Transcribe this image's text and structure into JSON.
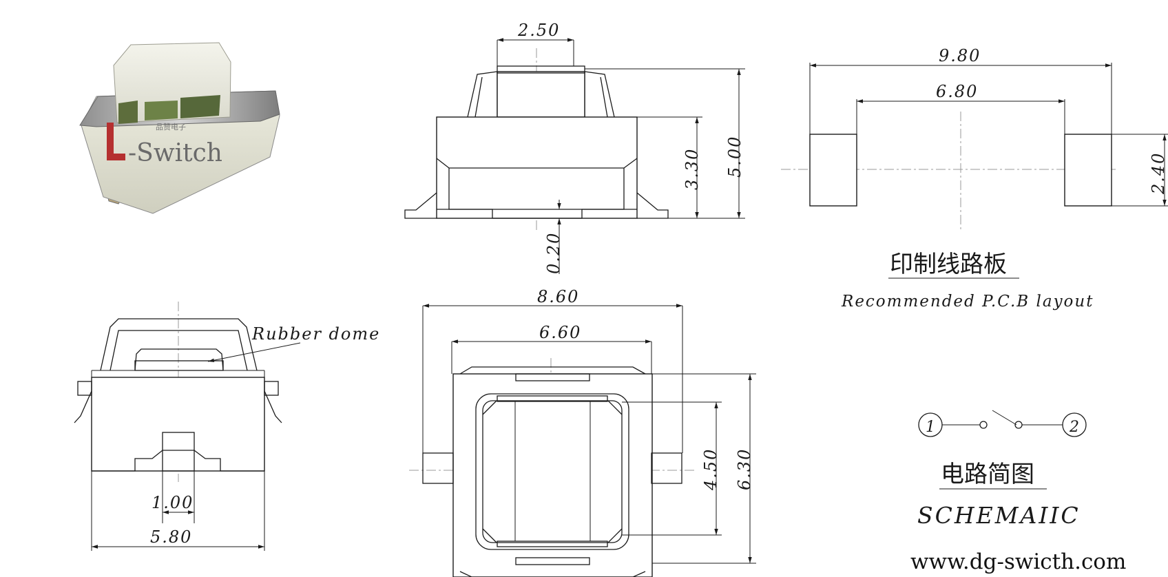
{
  "photo": {
    "watermark_small": "品赞电子",
    "watermark": "-Switch"
  },
  "front_view": {
    "dim_top": "2.50",
    "dim_right_inner": "3.30",
    "dim_right_outer": "5.00",
    "dim_bottom": "0.20"
  },
  "pcb": {
    "dim_outer": "9.80",
    "dim_inner": "6.80",
    "dim_pad": "2.40",
    "title_cn": "印制线路板",
    "title_en": "Recommended P.C.B layout"
  },
  "side_view": {
    "callout": "Rubber dome",
    "dim_small": "1.00",
    "dim_width": "5.80"
  },
  "top_view": {
    "dim_outer": "8.60",
    "dim_inner": "6.60",
    "dim_inner_h": "4.50",
    "dim_outer_h": "6.30"
  },
  "schematic": {
    "pin1": "1",
    "pin2": "2",
    "title_cn": "电路简图",
    "title_en": "SCHEMAIIC"
  },
  "footer": {
    "website": "www.dg-swicth.com"
  }
}
